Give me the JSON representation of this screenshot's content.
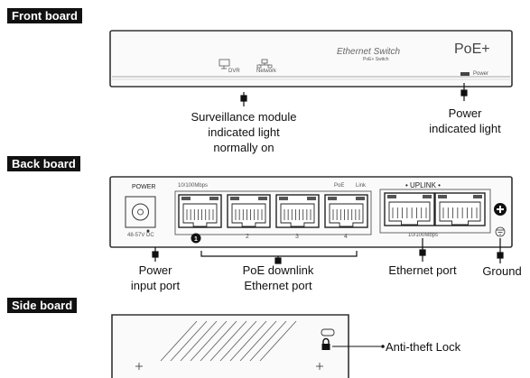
{
  "sections": {
    "front": "Front board",
    "back": "Back board",
    "side": "Side board"
  },
  "front_panel": {
    "brand": "Ethernet Switch",
    "brand_sub": "PoE+ Switch",
    "poe_badge": "PoE+",
    "monitor_label": "DVR",
    "network_label": "Network",
    "power_led_label": "Power"
  },
  "back_panel": {
    "power_label": "POWER",
    "voltage": "48-57V DC",
    "speed_left": "10/100Mbps",
    "poe_label": "PoE",
    "link_label": "Link",
    "uplink_label": "• UPLINK •",
    "uplink_speed": "10/100Mbps",
    "port_numbers": [
      "1",
      "2",
      "3",
      "4"
    ]
  },
  "callouts": {
    "surveillance": "Surveillance module\nindicated light\nnormally on",
    "power_light": "Power\nindicated light",
    "power_port": "Power\ninput port",
    "poe_ports": "PoE downlink\nEthernet port",
    "ethernet_port": "Ethernet port",
    "ground": "Ground",
    "antitheft": "Anti-theft Lock"
  }
}
